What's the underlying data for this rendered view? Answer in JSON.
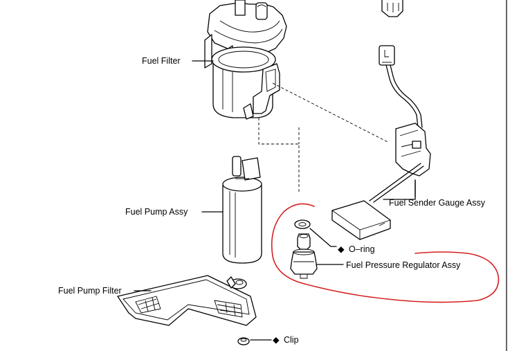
{
  "labels": {
    "fuel_filter": "Fuel Filter",
    "fuel_pump_assy": "Fuel Pump Assy",
    "fuel_pump_filter": "Fuel Pump Filter",
    "fuel_sender_gauge_assy": "Fuel Sender Gauge Assy",
    "o_ring": "O–ring",
    "fuel_pressure_regulator_assy": "Fuel Pressure Regulator Assy",
    "clip": "Clip"
  },
  "symbols": {
    "non_reusable_marker": "◆"
  },
  "colors": {
    "line": "#000000",
    "highlight": "#d42020",
    "background": "#ffffff"
  }
}
